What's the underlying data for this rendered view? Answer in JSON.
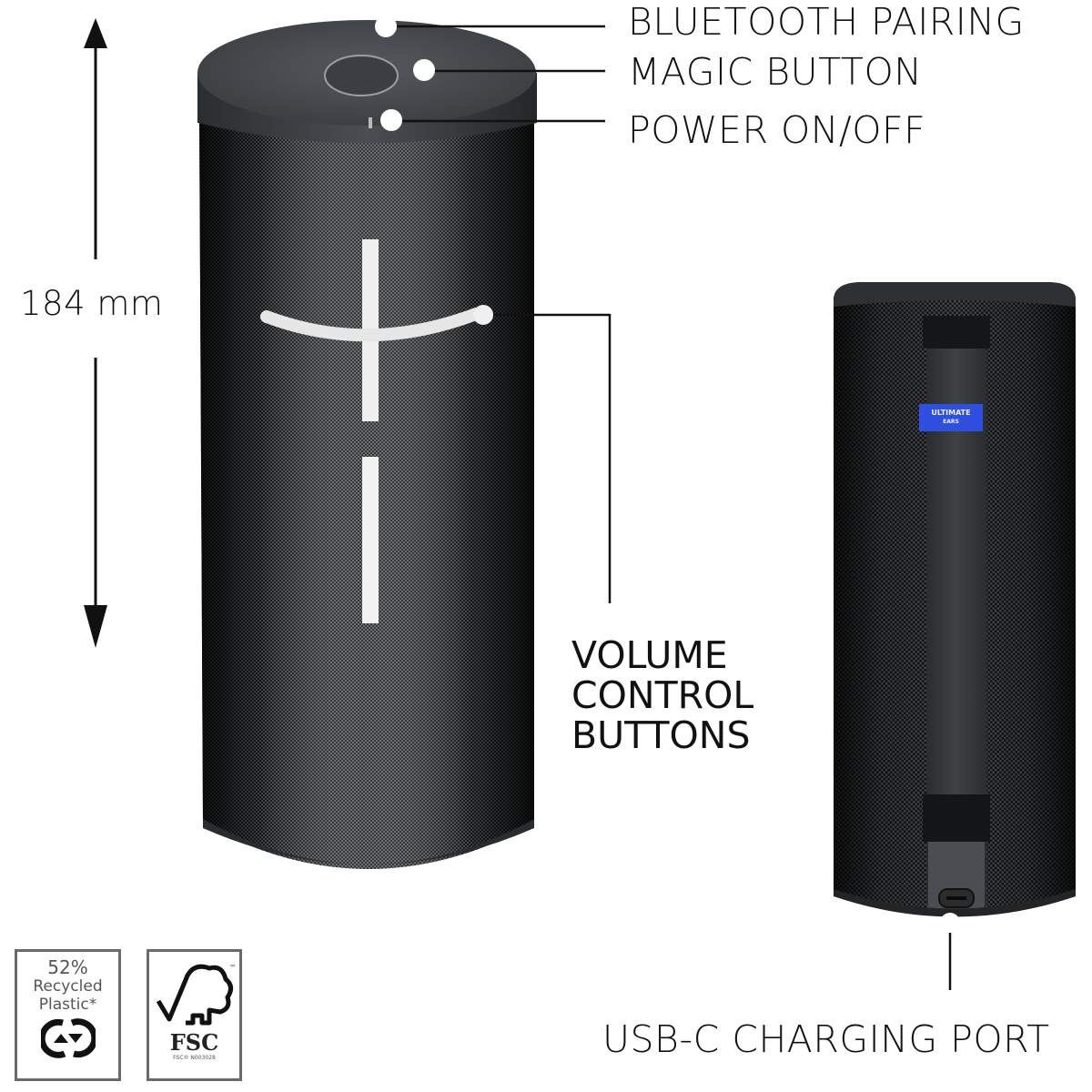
{
  "image": {
    "subject": "Portable Bluetooth speaker feature diagram",
    "background": "#ffffff",
    "speaker_color": "#2e3134"
  },
  "dimension": {
    "height_label": "184 mm",
    "arrow_color": "#111111"
  },
  "callouts": {
    "bluetooth_pairing": "BLUETOOTH PAIRING",
    "magic_button": "MAGIC BUTTON",
    "power": "POWER ON/OFF",
    "volume_lines": [
      "VOLUME",
      "CONTROL",
      "BUTTONS"
    ],
    "usb_c": "USB-C CHARGING PORT"
  },
  "back_speaker": {
    "badge_line1": "ULTIMATE",
    "badge_line2": "EARS",
    "badge_color": "#2f4fe0"
  },
  "badges": {
    "recycled": {
      "percent": "52%",
      "line1": "Recycled",
      "line2": "Plastic*"
    },
    "fsc": {
      "logo_text": "FSC",
      "tm": "™",
      "code": "FSC® N003028"
    }
  }
}
